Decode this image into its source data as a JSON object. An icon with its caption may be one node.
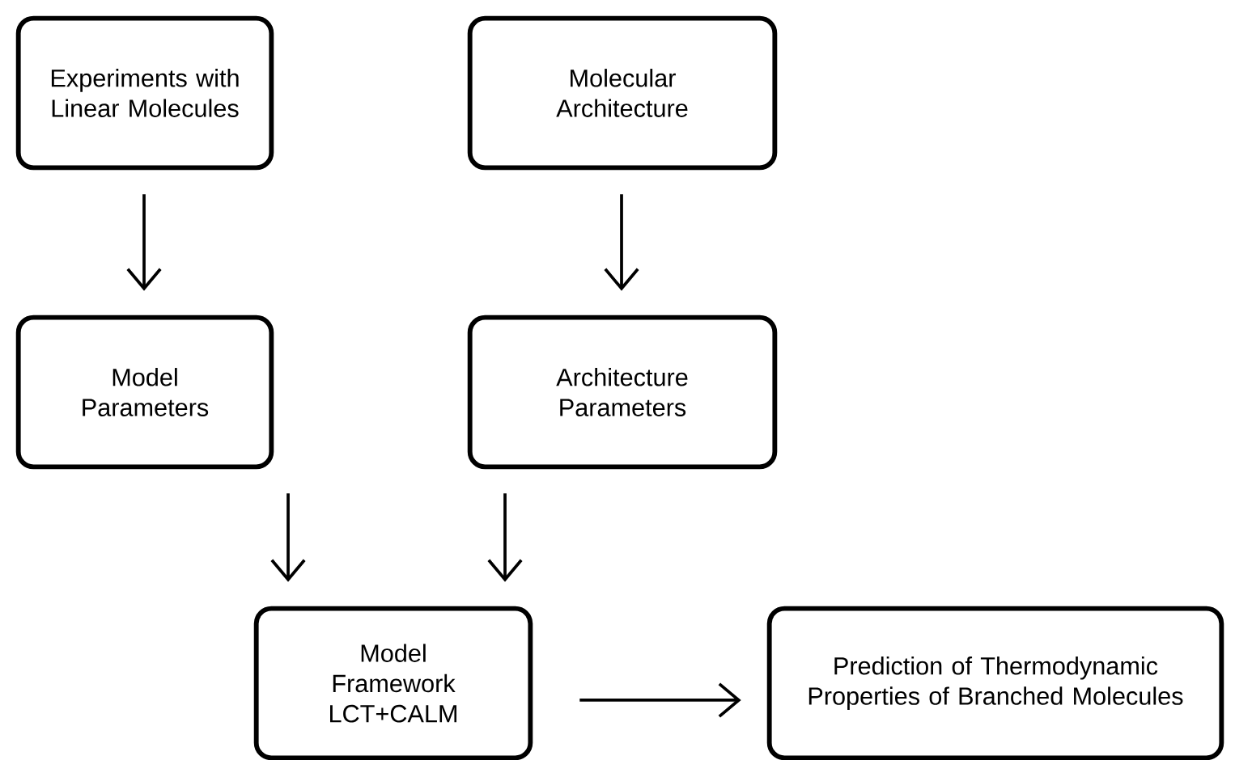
{
  "diagram": {
    "nodes": [
      {
        "text": [
          "Experiments with Linear Molecules"
        ]
      },
      {
        "text": [
          "Molecular Architecture"
        ]
      },
      {
        "text": [
          "Model Parameters"
        ]
      },
      {
        "text": [
          "Architecture Parameters"
        ]
      },
      {
        "text": [
          "Model Framework LCT+CALM"
        ]
      },
      {
        "text": [
          "Prediction of Thermodynamic Properties of Branched Molecules"
        ]
      }
    ],
    "edges": [
      {
        "from": 0,
        "to": 2,
        "arrow": "to"
      },
      {
        "from": 1,
        "to": 3,
        "arrow": "to"
      },
      {
        "from": 2,
        "to": 4,
        "arrow": "to"
      },
      {
        "from": 3,
        "to": 4,
        "arrow": "to"
      },
      {
        "from": 4,
        "to": 5,
        "arrow": "to"
      }
    ]
  }
}
